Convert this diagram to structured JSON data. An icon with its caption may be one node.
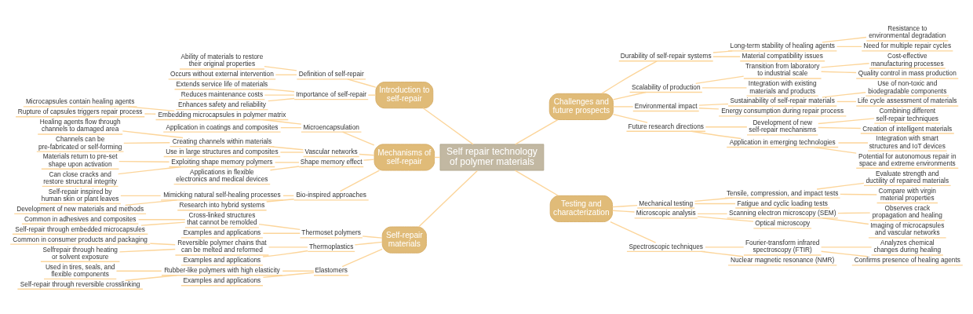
{
  "diagram": {
    "nodes": [
      {
        "text": [
          "Self repair technology of polymer materials"
        ]
      },
      {
        "text": [
          "Introduction to self-repair"
        ]
      },
      {
        "text": [
          "Definition of self-repair"
        ]
      },
      {
        "text": [
          "Ability of materials to restore their original properties"
        ]
      },
      {
        "text": [
          "Occurs without external intervention"
        ]
      },
      {
        "text": [
          "Importance of self-repair"
        ]
      },
      {
        "text": [
          "Extends service life of materials"
        ]
      },
      {
        "text": [
          "Reduces maintenance costs"
        ]
      },
      {
        "text": [
          "Enhances safety and reliability"
        ]
      },
      {
        "text": [
          "Mechanisms of self-repair"
        ]
      },
      {
        "text": [
          "Microencapsulation"
        ]
      },
      {
        "text": [
          "Embedding microcapsules in polymer matrix"
        ]
      },
      {
        "text": [
          "Microcapsules contain healing agents"
        ]
      },
      {
        "text": [
          "Rupture of capsules triggers repair process"
        ]
      },
      {
        "text": [
          "Application in coatings and composites"
        ]
      },
      {
        "text": [
          "Vascular networks"
        ]
      },
      {
        "text": [
          "Creating channels within materials"
        ]
      },
      {
        "text": [
          "Healing agents flow through channels to damaged area"
        ]
      },
      {
        "text": [
          "Channels can be pre-fabricated or self-forming"
        ]
      },
      {
        "text": [
          "Use in large structures and composites"
        ]
      },
      {
        "text": [
          "Shape memory effect"
        ]
      },
      {
        "text": [
          "Exploiting shape memory polymers"
        ]
      },
      {
        "text": [
          "Materials return to pre-set shape upon activation"
        ]
      },
      {
        "text": [
          "Can close cracks and restore structural integrity"
        ]
      },
      {
        "text": [
          "Applications in flexible electronics and medical devices"
        ]
      },
      {
        "text": [
          "Bio-inspired approaches"
        ]
      },
      {
        "text": [
          "Mimicking natural self-healing processes"
        ]
      },
      {
        "text": [
          "Self-repair inspired by human skin or plant leaves"
        ]
      },
      {
        "text": [
          "Development of new materials and methods"
        ]
      },
      {
        "text": [
          "Research into hybrid systems"
        ]
      },
      {
        "text": [
          "Self-repair materials"
        ]
      },
      {
        "text": [
          "Thermoset polymers"
        ]
      },
      {
        "text": [
          "Cross-linked structures that cannot be remolded"
        ]
      },
      {
        "text": [
          "Common in adhesives and composites"
        ]
      },
      {
        "text": [
          "Self-repair through embedded microcapsules"
        ]
      },
      {
        "text": [
          "Examples and applications"
        ]
      },
      {
        "text": [
          "Thermoplastics"
        ]
      },
      {
        "text": [
          "Reversible polymer chains that can be melted and reformed"
        ]
      },
      {
        "text": [
          "Common in consumer products and packaging"
        ]
      },
      {
        "text": [
          "Selfrepair through heating or solvent exposure"
        ]
      },
      {
        "text": [
          "Examples and applications"
        ]
      },
      {
        "text": [
          "Elastomers"
        ]
      },
      {
        "text": [
          "Rubber-like polymers with high elasticity"
        ]
      },
      {
        "text": [
          "Used in tires, seals, and flexible components"
        ]
      },
      {
        "text": [
          "Self-repair through reversible crosslinking"
        ]
      },
      {
        "text": [
          "Examples and applications"
        ]
      },
      {
        "text": [
          "Challenges and future prospects"
        ]
      },
      {
        "text": [
          "Durability of self-repair systems"
        ]
      },
      {
        "text": [
          "Long-term stability of healing agents"
        ]
      },
      {
        "text": [
          "Resistance to environmental degradation"
        ]
      },
      {
        "text": [
          "Need for multiple repair cycles"
        ]
      },
      {
        "text": [
          "Material compatibility issues"
        ]
      },
      {
        "text": [
          "Scalability of production"
        ]
      },
      {
        "text": [
          "Transition from laboratory to industrial scale"
        ]
      },
      {
        "text": [
          "Cost-effective manufacturing processes"
        ]
      },
      {
        "text": [
          "Quality control in mass production"
        ]
      },
      {
        "text": [
          "Integration with existing materials and products"
        ]
      },
      {
        "text": [
          "Environmental impact"
        ]
      },
      {
        "text": [
          "Sustainability of self-repair materials"
        ]
      },
      {
        "text": [
          "Use of non-toxic and biodegradable components"
        ]
      },
      {
        "text": [
          "Life cycle assessment of materials"
        ]
      },
      {
        "text": [
          "Energy consumption during repair process"
        ]
      },
      {
        "text": [
          "Future research directions"
        ]
      },
      {
        "text": [
          "Development of new self-repair mechanisms"
        ]
      },
      {
        "text": [
          "Combining different self-repair techniques"
        ]
      },
      {
        "text": [
          "Creation of intelligent materials"
        ]
      },
      {
        "text": [
          "Application in emerging technologies"
        ]
      },
      {
        "text": [
          "Integration with smart structures and IoT devices"
        ]
      },
      {
        "text": [
          "Potential for autonomous repair in space and extreme environments"
        ]
      },
      {
        "text": [
          "Testing and characterization"
        ]
      },
      {
        "text": [
          "Mechanical testing"
        ]
      },
      {
        "text": [
          "Tensile, compression, and impact tests"
        ]
      },
      {
        "text": [
          "Evaluate strength and ductility of repaired materials"
        ]
      },
      {
        "text": [
          "Compare with virgin material properties"
        ]
      },
      {
        "text": [
          "Fatigue and cyclic loading tests"
        ]
      },
      {
        "text": [
          "Microscopic analysis"
        ]
      },
      {
        "text": [
          "Scanning electron microscopy (SEM)"
        ]
      },
      {
        "text": [
          "Observes crack propagation and healing"
        ]
      },
      {
        "text": [
          "Imaging of microcapsules and vascular networks"
        ]
      },
      {
        "text": [
          "Optical microscopy"
        ]
      },
      {
        "text": [
          "Spectroscopic techniques"
        ]
      },
      {
        "text": [
          "Fourier-transform infrared spectroscopy (FTIR)"
        ]
      },
      {
        "text": [
          "Analyzes chemical changes during healing"
        ]
      },
      {
        "text": [
          "Confirms presence of healing agents"
        ]
      },
      {
        "text": [
          "Nuclear magnetic resonance (NMR)"
        ]
      }
    ],
    "edges": [
      {
        "from": 1,
        "to": 0,
        "arrow": "none"
      },
      {
        "from": 2,
        "to": 1,
        "arrow": "none"
      },
      {
        "from": 3,
        "to": 2,
        "arrow": "none"
      },
      {
        "from": 4,
        "to": 2,
        "arrow": "none"
      },
      {
        "from": 5,
        "to": 1,
        "arrow": "none"
      },
      {
        "from": 6,
        "to": 5,
        "arrow": "none"
      },
      {
        "from": 7,
        "to": 5,
        "arrow": "none"
      },
      {
        "from": 8,
        "to": 5,
        "arrow": "none"
      },
      {
        "from": 9,
        "to": 0,
        "arrow": "none"
      },
      {
        "from": 10,
        "to": 9,
        "arrow": "none"
      },
      {
        "from": 11,
        "to": 10,
        "arrow": "none"
      },
      {
        "from": 12,
        "to": 11,
        "arrow": "none"
      },
      {
        "from": 13,
        "to": 11,
        "arrow": "none"
      },
      {
        "from": 14,
        "to": 10,
        "arrow": "none"
      },
      {
        "from": 15,
        "to": 9,
        "arrow": "none"
      },
      {
        "from": 16,
        "to": 15,
        "arrow": "none"
      },
      {
        "from": 17,
        "to": 16,
        "arrow": "none"
      },
      {
        "from": 18,
        "to": 16,
        "arrow": "none"
      },
      {
        "from": 19,
        "to": 15,
        "arrow": "none"
      },
      {
        "from": 20,
        "to": 9,
        "arrow": "none"
      },
      {
        "from": 21,
        "to": 20,
        "arrow": "none"
      },
      {
        "from": 22,
        "to": 21,
        "arrow": "none"
      },
      {
        "from": 23,
        "to": 21,
        "arrow": "none"
      },
      {
        "from": 24,
        "to": 20,
        "arrow": "none"
      },
      {
        "from": 25,
        "to": 9,
        "arrow": "none"
      },
      {
        "from": 26,
        "to": 25,
        "arrow": "none"
      },
      {
        "from": 27,
        "to": 26,
        "arrow": "none"
      },
      {
        "from": 28,
        "to": 26,
        "arrow": "none"
      },
      {
        "from": 29,
        "to": 25,
        "arrow": "none"
      },
      {
        "from": 30,
        "to": 0,
        "arrow": "none"
      },
      {
        "from": 31,
        "to": 30,
        "arrow": "none"
      },
      {
        "from": 32,
        "to": 31,
        "arrow": "none"
      },
      {
        "from": 33,
        "to": 32,
        "arrow": "none"
      },
      {
        "from": 34,
        "to": 32,
        "arrow": "none"
      },
      {
        "from": 35,
        "to": 31,
        "arrow": "none"
      },
      {
        "from": 36,
        "to": 30,
        "arrow": "none"
      },
      {
        "from": 37,
        "to": 36,
        "arrow": "none"
      },
      {
        "from": 38,
        "to": 37,
        "arrow": "none"
      },
      {
        "from": 39,
        "to": 37,
        "arrow": "none"
      },
      {
        "from": 40,
        "to": 36,
        "arrow": "none"
      },
      {
        "from": 41,
        "to": 30,
        "arrow": "none"
      },
      {
        "from": 42,
        "to": 41,
        "arrow": "none"
      },
      {
        "from": 43,
        "to": 42,
        "arrow": "none"
      },
      {
        "from": 44,
        "to": 42,
        "arrow": "none"
      },
      {
        "from": 45,
        "to": 41,
        "arrow": "none"
      },
      {
        "from": 0,
        "to": 46,
        "arrow": "none"
      },
      {
        "from": 46,
        "to": 47,
        "arrow": "none"
      },
      {
        "from": 47,
        "to": 48,
        "arrow": "none"
      },
      {
        "from": 48,
        "to": 49,
        "arrow": "none"
      },
      {
        "from": 48,
        "to": 50,
        "arrow": "none"
      },
      {
        "from": 47,
        "to": 51,
        "arrow": "none"
      },
      {
        "from": 46,
        "to": 52,
        "arrow": "none"
      },
      {
        "from": 52,
        "to": 53,
        "arrow": "none"
      },
      {
        "from": 53,
        "to": 54,
        "arrow": "none"
      },
      {
        "from": 53,
        "to": 55,
        "arrow": "none"
      },
      {
        "from": 52,
        "to": 56,
        "arrow": "none"
      },
      {
        "from": 46,
        "to": 57,
        "arrow": "none"
      },
      {
        "from": 57,
        "to": 58,
        "arrow": "none"
      },
      {
        "from": 58,
        "to": 59,
        "arrow": "none"
      },
      {
        "from": 58,
        "to": 60,
        "arrow": "none"
      },
      {
        "from": 57,
        "to": 61,
        "arrow": "none"
      },
      {
        "from": 46,
        "to": 62,
        "arrow": "none"
      },
      {
        "from": 62,
        "to": 63,
        "arrow": "none"
      },
      {
        "from": 63,
        "to": 64,
        "arrow": "none"
      },
      {
        "from": 63,
        "to": 65,
        "arrow": "none"
      },
      {
        "from": 62,
        "to": 66,
        "arrow": "none"
      },
      {
        "from": 66,
        "to": 67,
        "arrow": "none"
      },
      {
        "from": 66,
        "to": 68,
        "arrow": "none"
      },
      {
        "from": 0,
        "to": 69,
        "arrow": "none"
      },
      {
        "from": 69,
        "to": 70,
        "arrow": "none"
      },
      {
        "from": 70,
        "to": 71,
        "arrow": "none"
      },
      {
        "from": 71,
        "to": 72,
        "arrow": "none"
      },
      {
        "from": 71,
        "to": 73,
        "arrow": "none"
      },
      {
        "from": 70,
        "to": 74,
        "arrow": "none"
      },
      {
        "from": 69,
        "to": 75,
        "arrow": "none"
      },
      {
        "from": 75,
        "to": 76,
        "arrow": "none"
      },
      {
        "from": 76,
        "to": 77,
        "arrow": "none"
      },
      {
        "from": 76,
        "to": 78,
        "arrow": "none"
      },
      {
        "from": 75,
        "to": 79,
        "arrow": "none"
      },
      {
        "from": 69,
        "to": 80,
        "arrow": "none"
      },
      {
        "from": 80,
        "to": 81,
        "arrow": "none"
      },
      {
        "from": 81,
        "to": 82,
        "arrow": "none"
      },
      {
        "from": 81,
        "to": 83,
        "arrow": "none"
      },
      {
        "from": 80,
        "to": 84,
        "arrow": "none"
      }
    ]
  }
}
